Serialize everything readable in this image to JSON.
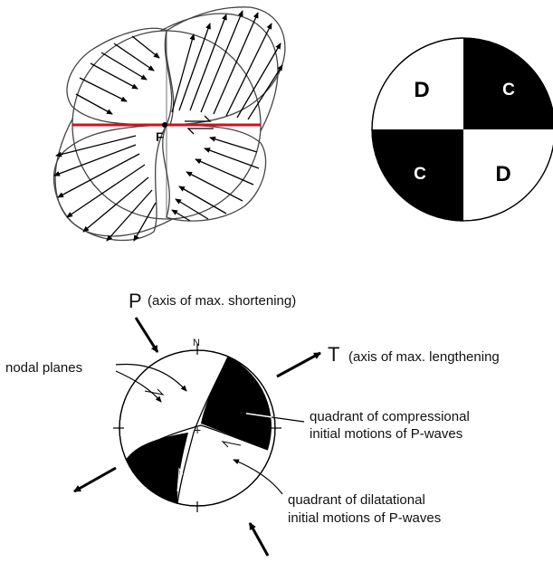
{
  "top_left": {
    "fault_label": "F"
  },
  "top_right": {
    "quadrants": {
      "upper_left": "D",
      "upper_right": "C",
      "lower_left": "C",
      "lower_right": "D"
    },
    "colors": {
      "compressional": "#000000",
      "dilatational": "#ffffff"
    }
  },
  "beachball": {
    "north_label": "N",
    "p_axis": {
      "letter": "P",
      "desc": "(axis of max. shortening)"
    },
    "t_axis": {
      "letter": "T",
      "desc": "(axis of max. lengthening"
    },
    "nodal_planes_label": "nodal planes",
    "compressional_label": [
      "quadrant of compressional",
      "initial motions of P-waves"
    ],
    "dilatational_label": [
      "quadrant of dilatational",
      "initial motions of P-waves"
    ]
  },
  "colors": {
    "fault_line": "#d0121b",
    "ink": "#000000"
  }
}
